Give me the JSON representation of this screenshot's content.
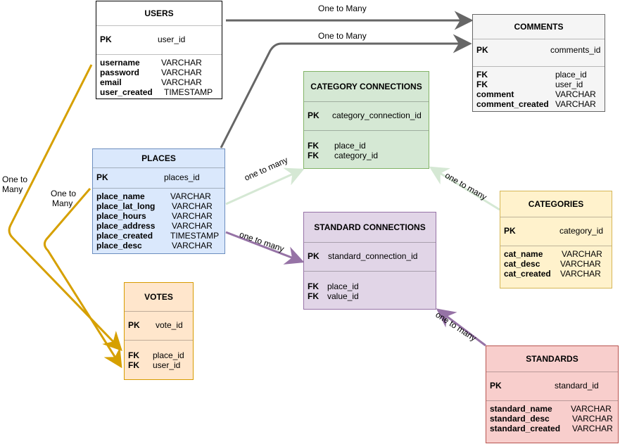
{
  "tables": {
    "users": {
      "title": "USERS",
      "pk": {
        "tag": "PK",
        "col": "user_id"
      },
      "columns": [
        {
          "name": "username",
          "type": "VARCHAR"
        },
        {
          "name": "password",
          "type": "VARCHAR"
        },
        {
          "name": "email",
          "type": "VARCHAR"
        },
        {
          "name": "user_created",
          "type": "TIMESTAMP"
        }
      ]
    },
    "comments": {
      "title": "COMMENTS",
      "pk": {
        "tag": "PK",
        "col": "comments_id"
      },
      "columns": [
        {
          "name": "FK",
          "type": "place_id"
        },
        {
          "name": "FK",
          "type": "user_id"
        },
        {
          "name": "comment",
          "type": "VARCHAR"
        },
        {
          "name": "comment_created",
          "type": "VARCHAR"
        }
      ]
    },
    "category_connections": {
      "title": "CATEGORY CONNECTIONS",
      "pk": {
        "tag": "PK",
        "col": "category_connection_id"
      },
      "fks": [
        {
          "tag": "FK",
          "col": "place_id"
        },
        {
          "tag": "FK",
          "col": "category_id"
        }
      ]
    },
    "places": {
      "title": "PLACES",
      "pk": {
        "tag": "PK",
        "col": "places_id"
      },
      "columns": [
        {
          "name": "place_name",
          "type": "VARCHAR"
        },
        {
          "name": "place_lat_long",
          "type": "VARCHAR"
        },
        {
          "name": "place_hours",
          "type": "VARCHAR"
        },
        {
          "name": "place_address",
          "type": "VARCHAR"
        },
        {
          "name": "place_created",
          "type": "TIMESTAMP"
        },
        {
          "name": "place_desc",
          "type": "VARCHAR"
        }
      ]
    },
    "standard_connections": {
      "title": "STANDARD CONNECTIONS",
      "pk": {
        "tag": "PK",
        "col": "standard_connection_id"
      },
      "fks": [
        {
          "tag": "FK",
          "col": "place_id"
        },
        {
          "tag": "FK",
          "col": "value_id"
        }
      ]
    },
    "categories": {
      "title": "CATEGORIES",
      "pk": {
        "tag": "PK",
        "col": "category_id"
      },
      "columns": [
        {
          "name": "cat_name",
          "type": "VARCHAR"
        },
        {
          "name": "cat_desc",
          "type": "VARCHAR"
        },
        {
          "name": "cat_created",
          "type": "VARCHAR"
        }
      ]
    },
    "votes": {
      "title": "VOTES",
      "pk": {
        "tag": "PK",
        "col": "vote_id"
      },
      "fks": [
        {
          "tag": "FK",
          "col": "place_id"
        },
        {
          "tag": "FK",
          "col": "user_id"
        }
      ]
    },
    "standards": {
      "title": "STANDARDS",
      "pk": {
        "tag": "PK",
        "col": "standard_id"
      },
      "columns": [
        {
          "name": "standard_name",
          "type": "VARCHAR"
        },
        {
          "name": "standard_desc",
          "type": "VARCHAR"
        },
        {
          "name": "standard_created",
          "type": "VARCHAR"
        }
      ]
    }
  },
  "relationships": {
    "users_comments": "One to Many",
    "places_comments": "One to Many",
    "places_category_connections": "one to many",
    "places_standard_connections": "one to many",
    "categories_category_connections": "one to many",
    "standards_standard_connections": "one to many",
    "users_votes_line1": "One to",
    "users_votes_line2": "Many",
    "places_votes_line1": "One to",
    "places_votes_line2": "Many"
  },
  "colors": {
    "users_fill": "#ffffff",
    "comments_fill": "#f5f5f5",
    "category_connections_fill": "#d5e8d4",
    "category_connections_stroke": "#82b366",
    "places_fill": "#dae8fc",
    "places_stroke": "#6c8ebf",
    "standard_connections_fill": "#e1d5e7",
    "standard_connections_stroke": "#9673a6",
    "categories_fill": "#fff2cc",
    "categories_stroke": "#d6b656",
    "votes_fill": "#ffe6cc",
    "votes_stroke": "#d79b00",
    "standards_fill": "#f8cecc",
    "standards_stroke": "#b85450",
    "gray_arrow": "#666666",
    "green_arrow": "#d5e8d4",
    "purple_arrow": "#9673a6",
    "orange_arrow": "#d6a000"
  }
}
